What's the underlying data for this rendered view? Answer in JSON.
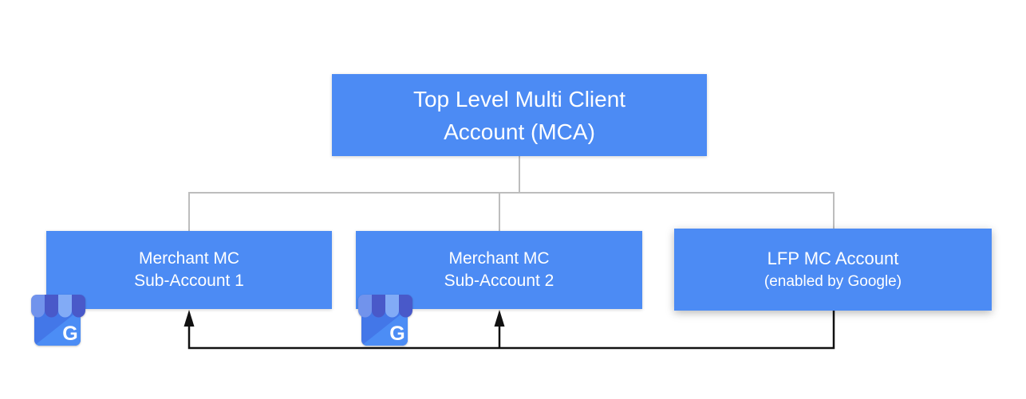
{
  "nodes": {
    "mca": {
      "line1": "Top Level Multi Client",
      "line2": "Account (MCA)"
    },
    "sub1": {
      "line1": "Merchant MC",
      "line2": "Sub-Account 1"
    },
    "sub2": {
      "line1": "Merchant MC",
      "line2": "Sub-Account 2"
    },
    "lfp": {
      "line1": "LFP MC Account",
      "line2": "(enabled by Google)"
    }
  },
  "icons": {
    "gmb": {
      "name": "google-my-business-icon",
      "letter": "G"
    }
  },
  "connections": {
    "tree": [
      {
        "from": "mca",
        "to": "sub1"
      },
      {
        "from": "mca",
        "to": "sub2"
      },
      {
        "from": "mca",
        "to": "lfp"
      }
    ],
    "arrows": [
      {
        "from": "lfp",
        "to": "sub1"
      },
      {
        "from": "lfp",
        "to": "sub2"
      }
    ]
  },
  "colors": {
    "node_fill": "#4C8BF4",
    "node_text": "#FFFFFF",
    "tree_line": "#BDBDBD",
    "arrow_line": "#111111",
    "gmb_body_dark": "#4377E8",
    "gmb_body_light": "#4C8DF5",
    "gmb_stripe_light_a": "#7193EC",
    "gmb_stripe_dark": "#4959C9",
    "gmb_stripe_light_b": "#82ABF6",
    "gmb_letter": "#FFFFFF"
  }
}
